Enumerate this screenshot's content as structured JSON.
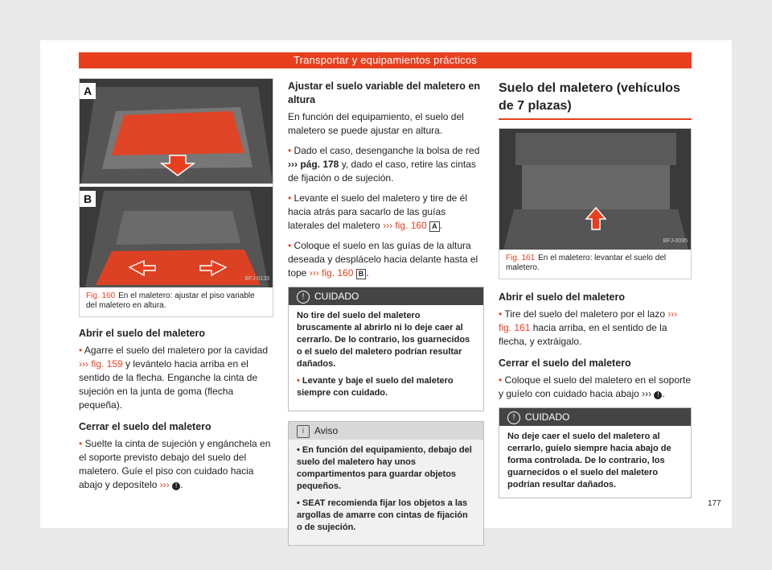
{
  "header": {
    "title": "Transportar y equipamientos prácticos"
  },
  "left": {
    "fig_labels": [
      "A",
      "B"
    ],
    "fig_code": "BFJ-0133",
    "caption_num": "Fig. 160",
    "caption_text": "En el maletero: ajustar el piso variable del maletero en altura.",
    "open_title": "Abrir el suelo del maletero",
    "open_bullet_pre": "Agarre el suelo del maletero por la cavidad",
    "open_bullet_ref": "››› fig. 159",
    "open_bullet_post": "y levántelo hacia arriba en el sentido de la flecha. Enganche la cinta de sujeción en la junta de goma (flecha pequeña).",
    "close_title": "Cerrar el suelo del maletero",
    "close_bullet_pre": "Suelte la cinta de sujeción y engánchela en el soporte previsto debajo del suelo del maletero. Guíe el piso con cuidado hacia abajo y deposítelo",
    "close_bullet_ref": "›››"
  },
  "middle": {
    "title": "Ajustar el suelo variable del maletero en altura",
    "intro": "En función del equipamiento, el suelo del maletero se puede ajustar en altura.",
    "b1_pre": "Dado el caso, desenganche la bolsa de red",
    "b1_ref": "››› pág. 178",
    "b1_post": "y, dado el caso, retire las cintas de fijación o de sujeción.",
    "b2_pre": "Levante el suelo del maletero y tire de él hacia atrás para sacarlo de las guías laterales del maletero",
    "b2_ref": "››› fig. 160",
    "b2_mark": "A",
    "b3_pre": "Coloque el suelo en las guías de la altura deseada y desplácelo hacia delante hasta el tope",
    "b3_ref": "››› fig. 160",
    "b3_mark": "B",
    "caution_label": "CUIDADO",
    "caution_p1": "No tire del suelo del maletero bruscamente al abrirlo ni lo deje caer al cerrarlo. De lo contrario, los guarnecidos o el suelo del maletero podrían resultar dañados.",
    "caution_p2": "Levante y baje el suelo del maletero siempre con cuidado.",
    "note_label": "Aviso",
    "note_p1": "En función del equipamiento, debajo del suelo del maletero hay unos compartimentos para guardar objetos pequeños.",
    "note_p2": "SEAT recomienda fijar los objetos a las argollas de amarre con cintas de fijación o de sujeción."
  },
  "right": {
    "section_title": "Suelo del maletero (vehículos de 7 plazas)",
    "fig_code": "BFJ-0095",
    "caption_num": "Fig. 161",
    "caption_text": "En el maletero: levantar el suelo del maletero.",
    "open_title": "Abrir el suelo del maletero",
    "open_pre": "Tire del suelo del maletero por el lazo",
    "open_ref": "››› fig. 161",
    "open_post": "hacia arriba, en el sentido de la flecha, y extráigalo.",
    "close_title": "Cerrar el suelo del maletero",
    "close_pre": "Coloque el suelo del maletero en el soporte y guíelo con cuidado hacia abajo",
    "close_ref": "›››",
    "caution_label": "CUIDADO",
    "caution_text": "No deje caer el suelo del maletero al cerrarlo, guíelo siempre hacia abajo de forma controlada. De lo contrario, los guarnecidos o el suelo del maletero podrían resultar dañados."
  },
  "page_number": "177",
  "colors": {
    "accent": "#e8401f",
    "dark_note": "#444444"
  }
}
